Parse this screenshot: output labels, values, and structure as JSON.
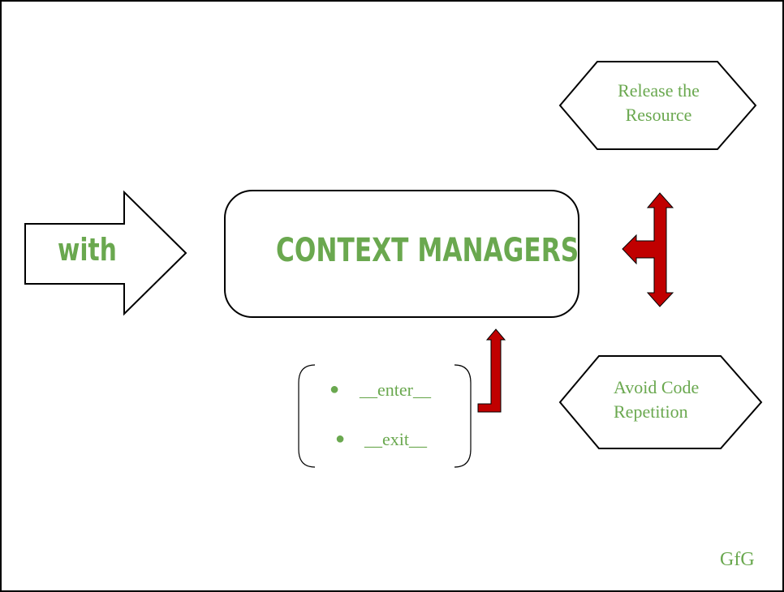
{
  "diagram": {
    "title": "CONTEXT MANAGERS",
    "keyword": "with",
    "methods": [
      "__enter__",
      "__exit__"
    ],
    "benefits": [
      "Release the Resource",
      "Avoid Code Repetition"
    ],
    "benefit_lines": {
      "release": [
        "Release the",
        "Resource"
      ],
      "avoid": [
        "Avoid Code",
        "Repetition"
      ]
    },
    "watermark": "GfG"
  },
  "colors": {
    "text_green": "#6aa84f",
    "arrow_red": "#c00000",
    "outline": "#000000",
    "background": "#ffffff"
  },
  "icons": {
    "bullet": "●"
  }
}
